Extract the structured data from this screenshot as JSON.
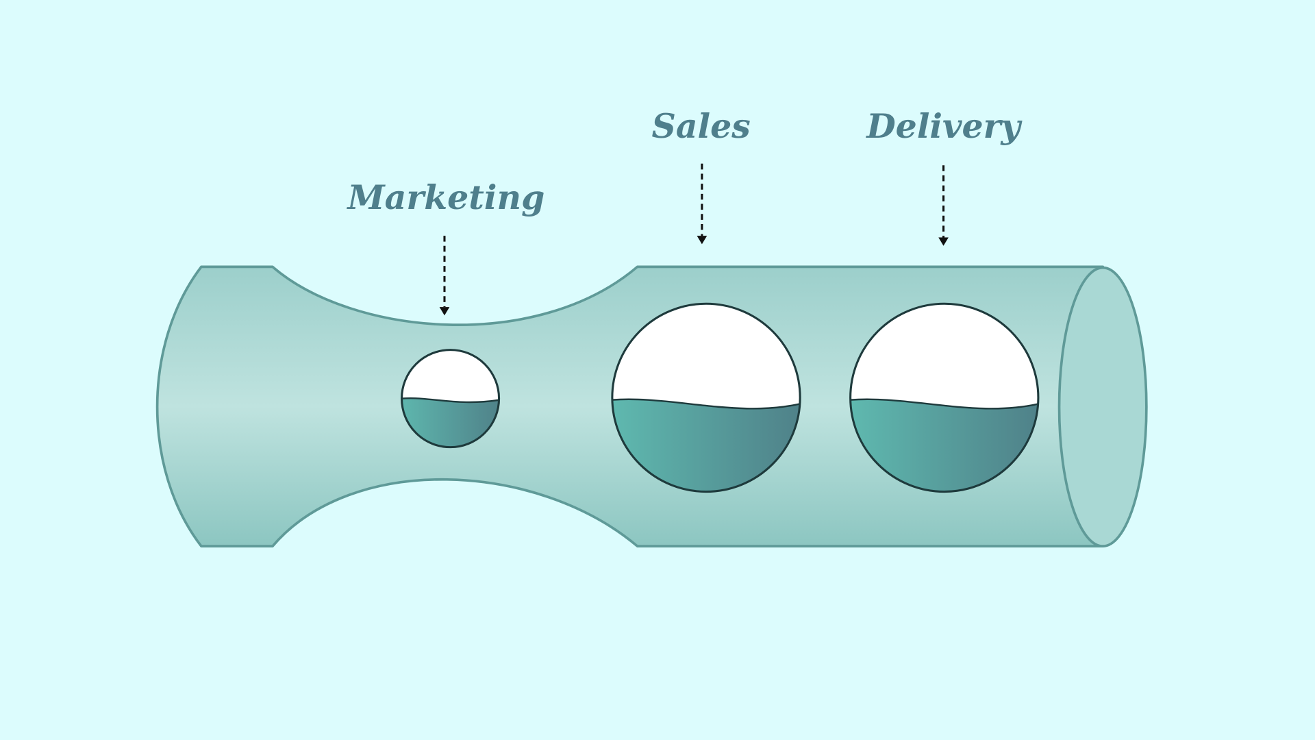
{
  "diagram": {
    "stages": [
      {
        "label": "Marketing",
        "fill_level": 0.5
      },
      {
        "label": "Sales",
        "fill_level": 0.5
      },
      {
        "label": "Delivery",
        "fill_level": 0.5
      }
    ]
  },
  "colors": {
    "background": "#dcfcfd",
    "pipe": "#a6d6d2",
    "pipe_stroke": "#5f9a98",
    "water_light": "#5fbab0",
    "water_dark": "#4f8088",
    "label": "#4f7f8c"
  }
}
